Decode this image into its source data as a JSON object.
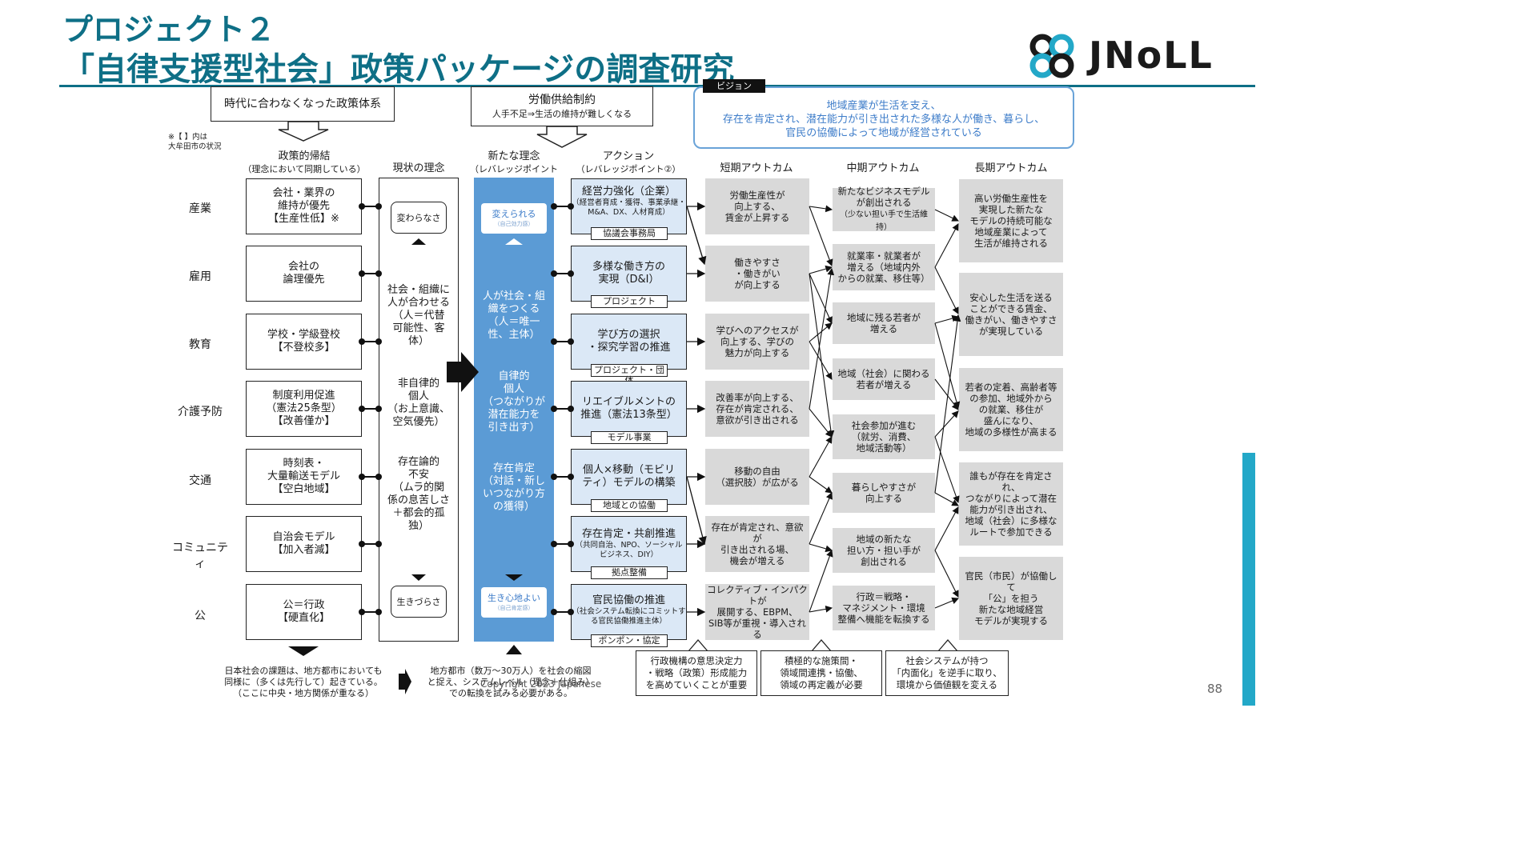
{
  "title": {
    "line1": "プロジェクト２",
    "line2": "「自律支援型社会」政策パッケージの調査研究"
  },
  "logo": {
    "text": "JNoLL"
  },
  "callouts": {
    "outdated": "時代に合わなくなった政策体系",
    "labor_main": "労働供給制約",
    "labor_sub": "人手不足⇒生活の維持が難しくなる"
  },
  "vision": {
    "tab": "ビジョン",
    "line1": "地域産業が生活を支え、",
    "line2": "存在を肯定され、潜在能力が引き出された多様な人が働き、暮らし、",
    "line3": "官民の協働によって地域が経営されている"
  },
  "note": {
    "line1": "※【 】内は",
    "line2": "大牟田市の状況"
  },
  "columns": {
    "policy_main": "政策的帰結",
    "policy_sub": "（理念において同期している）",
    "current": "現状の理念",
    "new_main": "新たな理念",
    "new_sub": "（レバレッジポイント①）",
    "action_main": "アクション",
    "action_sub": "（レバレッジポイント②）",
    "short": "短期アウトカム",
    "mid": "中期アウトカム",
    "long": "長期アウトカム"
  },
  "rows": [
    "産業",
    "雇用",
    "教育",
    "介護予防",
    "交通",
    "コミュニティ",
    "公"
  ],
  "policy_boxes": [
    {
      "l1": "会社・業界の",
      "l2": "維持が優先",
      "l3": "【生産性低】※"
    },
    {
      "l1": "会社の",
      "l2": "論理優先",
      "l3": ""
    },
    {
      "l1": "学校・学級登校",
      "l2": "【不登校多】",
      "l3": ""
    },
    {
      "l1": "制度利用促進",
      "l2": "（憲法25条型）",
      "l3": "【改善僅か】"
    },
    {
      "l1": "時刻表・",
      "l2": "大量輸送モデル",
      "l3": "【空白地域】"
    },
    {
      "l1": "自治会モデル",
      "l2": "【加入者減】",
      "l3": ""
    },
    {
      "l1": "公＝行政",
      "l2": "【硬直化】",
      "l3": ""
    }
  ],
  "current_idea": {
    "top_label": "変わらなさ",
    "bottom_label": "生きづらさ",
    "block1": [
      "社会・組織に",
      "人が合わせる",
      "（人＝代替",
      "可能性、客",
      "体）"
    ],
    "block2": [
      "非自律的",
      "個人",
      "（お上意識、",
      "空気優先）"
    ],
    "block3": [
      "存在論的",
      "不安",
      "（ムラ的関",
      "係の息苦しさ",
      "＋都会的孤",
      "独）"
    ]
  },
  "new_idea": {
    "top_btn": "変えられる",
    "top_btn_sub": "（自己効力感）",
    "bottom_btn": "生き心地よい",
    "bottom_btn_sub": "（自己肯定感）",
    "block1": [
      "人が社会・組",
      "織をつくる",
      "（人＝唯一",
      "性、主体）"
    ],
    "block2": [
      "自律的",
      "個人",
      "（つながりが",
      "潜在能力を",
      "引き出す）"
    ],
    "block3": [
      "存在肯定",
      "（対話・新し",
      "いつながり方",
      "の獲得）"
    ]
  },
  "actions": [
    {
      "main1": "経営力強化（企業）",
      "main2": "",
      "sub": "（経営者育成・獲得、事業承継・M&A、DX、人材育成）",
      "tag": "協議会事務局"
    },
    {
      "main1": "多様な働き方の",
      "main2": "実現（D&I）",
      "sub": "",
      "tag": "プロジェクト"
    },
    {
      "main1": "学び方の選択",
      "main2": "・探究学習の推進",
      "sub": "",
      "tag": "プロジェクト・団体"
    },
    {
      "main1": "リエイブルメントの",
      "main2": "推進（憲法13条型）",
      "sub": "",
      "tag": "モデル事業"
    },
    {
      "main1": "個人×移動（モビリ",
      "main2": "ティ）モデルの構築",
      "sub": "",
      "tag": "地域との協働"
    },
    {
      "main1": "存在肯定・共創推進",
      "main2": "",
      "sub": "（共同自治、NPO、ソーシャルビジネス、DIY）",
      "tag": "拠点整備"
    },
    {
      "main1": "官民協働の推進",
      "main2": "",
      "sub": "（社会システム転換にコミットする官民協働推進主体）",
      "tag": "ポンポン・協定"
    }
  ],
  "short_outcomes": [
    [
      "労働生産性が",
      "向上する、",
      "賃金が上昇する"
    ],
    [
      "働きやすさ",
      "・働きがい",
      "が向上する"
    ],
    [
      "学びへのアクセスが",
      "向上する、学びの",
      "魅力が向上する"
    ],
    [
      "改善率が向上する、",
      "存在が肯定される、",
      "意欲が引き出される"
    ],
    [
      "移動の自由",
      "（選択肢）が広がる"
    ],
    [
      "存在が肯定され、意欲が",
      "引き出される場、",
      "機会が増える"
    ],
    [
      "コレクティブ・インパクトが",
      "展開する、EBPM、",
      "SIB等が重視・導入される"
    ]
  ],
  "mid_outcomes": [
    [
      "新たなビジネスモデル",
      "が創出される",
      "（少ない担い手で生活維持）"
    ],
    [
      "就業率・就業者が",
      "増える（地域内外",
      "からの就業、移住等）"
    ],
    [
      "地域に残る若者が",
      "増える"
    ],
    [
      "地域（社会）に関わる",
      "若者が増える"
    ],
    [
      "社会参加が進む",
      "（就労、消費、",
      "地域活動等）"
    ],
    [
      "暮らしやすさが",
      "向上する"
    ],
    [
      "地域の新たな",
      "担い方・担い手が",
      "創出される"
    ],
    [
      "行政＝戦略・",
      "マネジメント・環境",
      "整備へ機能を転換する"
    ]
  ],
  "long_outcomes": [
    [
      "高い労働生産性を",
      "実現した新たな",
      "モデルの持続可能な",
      "地域産業によって",
      "生活が維持される"
    ],
    [
      "安心した生活を送る",
      "ことができる賃金、",
      "働きがい、働きやすさ",
      "が実現している"
    ],
    [
      "若者の定着、高齢者等",
      "の参加、地域外から",
      "の就業、移住が",
      "盛んになり、",
      "地域の多様性が高まる"
    ],
    [
      "誰もが存在を肯定され、",
      "つながりによって潜在",
      "能力が引き出され、",
      "地域（社会）に多様な",
      "ルートで参加できる"
    ],
    [
      "官民（市民）が協働して",
      "「公」を担う",
      "新たな地域経営",
      "モデルが実現する"
    ]
  ],
  "footer": {
    "left": [
      "日本社会の課題は、地方都市においても",
      "同様に（多くは先行して）起きている。",
      "（ここに中央・地方関係が重なる）"
    ],
    "mid": [
      "地方都市（数万〜30万人）を社会の縮図",
      "と捉え、システムレベル（理念＋仕組み）",
      "での転換を試みる必要がある。"
    ],
    "copyright": "Copyright 2023 Japanese",
    "b1": [
      "行政機構の意思決定力",
      "・戦略（政策）形成能力",
      "を高めていくことが重要"
    ],
    "b2": [
      "積極的な施策間・",
      "領域間連携・協働、",
      "領域の再定義が必要"
    ],
    "b3": [
      "社会システムが持つ",
      "「内面化」を逆手に取り、",
      "環境から価値観を変える"
    ]
  },
  "page_number": "88",
  "colors": {
    "teal": "#0e6f86",
    "blue": "#5b9bd5",
    "light_blue": "#dbe8f6",
    "grey": "#d9d9d9",
    "accent": "#23a8c8"
  }
}
